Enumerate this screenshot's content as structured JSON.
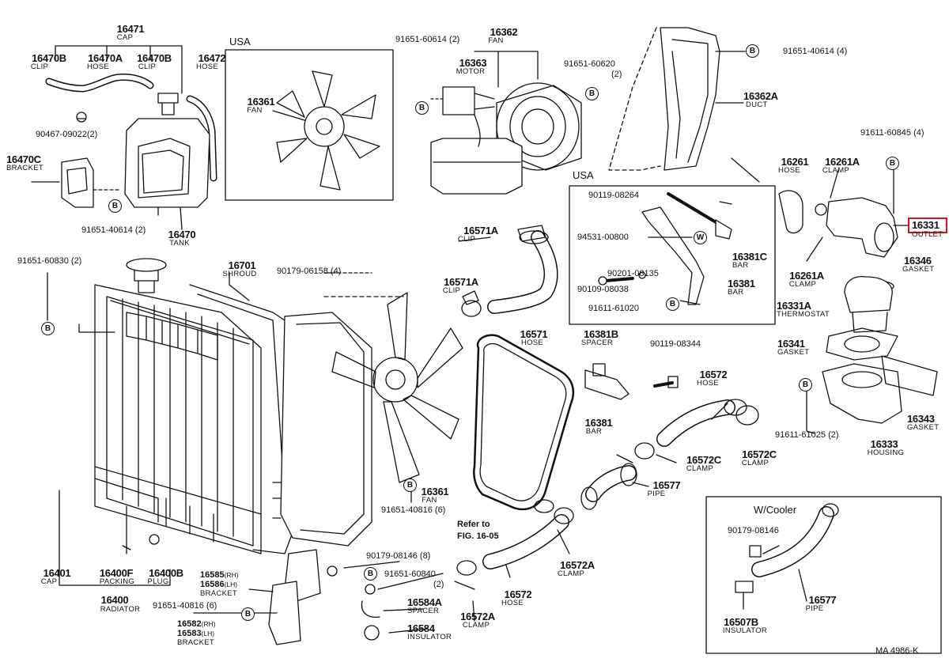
{
  "diagram": {
    "page_code": "MA 4986-K",
    "highlighted_part": "16331",
    "boxes": [
      {
        "title": "USA"
      },
      {
        "title": "USA"
      },
      {
        "title": "W/Cooler"
      }
    ],
    "refer_note": [
      "Refer to",
      "FIG. 16-05"
    ],
    "parts": [
      {
        "no": "16471",
        "name": "CAP"
      },
      {
        "no": "16470B",
        "name": "CLIP"
      },
      {
        "no": "16470A",
        "name": "HOSE"
      },
      {
        "no": "16470B",
        "name": "CLIP"
      },
      {
        "no": "16472",
        "name": "HOSE"
      },
      {
        "no": "90467-09022",
        "qty": "(2)"
      },
      {
        "no": "16470C",
        "name": "BRACKET"
      },
      {
        "no": "91651-40614",
        "qty": "(2)"
      },
      {
        "no": "16470",
        "name": "TANK"
      },
      {
        "no": "16361",
        "name": "FAN"
      },
      {
        "no": "91651-60614",
        "qty": "(2)"
      },
      {
        "no": "16362",
        "name": "FAN"
      },
      {
        "no": "16363",
        "name": "MOTOR"
      },
      {
        "no": "91651-60620",
        "qty": "(2)"
      },
      {
        "no": "91651-40614",
        "qty": "(4)"
      },
      {
        "no": "16362A",
        "name": "DUCT"
      },
      {
        "no": "91611-60845",
        "qty": "(4)"
      },
      {
        "no": "16261",
        "name": "HOSE"
      },
      {
        "no": "16261A",
        "name": "CLAMP"
      },
      {
        "no": "16331",
        "name": "OUTLET"
      },
      {
        "no": "16346",
        "name": "GASKET"
      },
      {
        "no": "16261A",
        "name": "CLAMP"
      },
      {
        "no": "16331A",
        "name": "THERMOSTAT"
      },
      {
        "no": "16341",
        "name": "GASKET"
      },
      {
        "no": "16343",
        "name": "GASKET"
      },
      {
        "no": "91611-61025",
        "qty": "(2)"
      },
      {
        "no": "16333",
        "name": "HOUSING"
      },
      {
        "no": "90119-08264"
      },
      {
        "no": "94531-00800"
      },
      {
        "no": "90201-08135"
      },
      {
        "no": "90109-08038"
      },
      {
        "no": "16381C",
        "name": "BAR"
      },
      {
        "no": "16381",
        "name": "BAR"
      },
      {
        "no": "91611-61020"
      },
      {
        "no": "91651-60830",
        "qty": "(2)"
      },
      {
        "no": "16701",
        "name": "SHROUD"
      },
      {
        "no": "90179-06158",
        "qty": "(4)"
      },
      {
        "no": "16571A",
        "name": "CLIP"
      },
      {
        "no": "16571A",
        "name": "CLIP"
      },
      {
        "no": "16571",
        "name": "HOSE"
      },
      {
        "no": "16381B",
        "name": "SPACER"
      },
      {
        "no": "16381",
        "name": "BAR"
      },
      {
        "no": "90119-08344"
      },
      {
        "no": "16572",
        "name": "HOSE"
      },
      {
        "no": "16572C",
        "name": "CLAMP"
      },
      {
        "no": "16572C",
        "name": "CLAMP"
      },
      {
        "no": "16577",
        "name": "PIPE"
      },
      {
        "no": "16361",
        "name": "FAN"
      },
      {
        "no": "91651-40816",
        "qty": "(6)"
      },
      {
        "no": "16572A",
        "name": "CLAMP"
      },
      {
        "no": "16572",
        "name": "HOSE"
      },
      {
        "no": "16572A",
        "name": "CLAMP"
      },
      {
        "no": "90179-08146",
        "qty": "(8)"
      },
      {
        "no": "91651-60840",
        "qty": "(2)"
      },
      {
        "no": "16584A",
        "name": "SPACER"
      },
      {
        "no": "16584",
        "name": "INSULATOR"
      },
      {
        "no": "16401",
        "name": "CAP"
      },
      {
        "no": "16400F",
        "name": "PACKING"
      },
      {
        "no": "16400B",
        "name": "PLUG"
      },
      {
        "no": "16400",
        "name": "RADIATOR"
      },
      {
        "no": "16585",
        "qty": "(RH)"
      },
      {
        "no": "16586",
        "qty": "(LH)",
        "name": "BRACKET"
      },
      {
        "no": "91651-40816",
        "qty": "(6)"
      },
      {
        "no": "16582",
        "qty": "(RH)"
      },
      {
        "no": "16583",
        "qty": "(LH)",
        "name": "BRACKET"
      },
      {
        "no": "90179-08146"
      },
      {
        "no": "16577",
        "name": "PIPE"
      },
      {
        "no": "16507B",
        "name": "INSULATOR"
      }
    ],
    "b_mark": "B",
    "w_mark": "W"
  }
}
